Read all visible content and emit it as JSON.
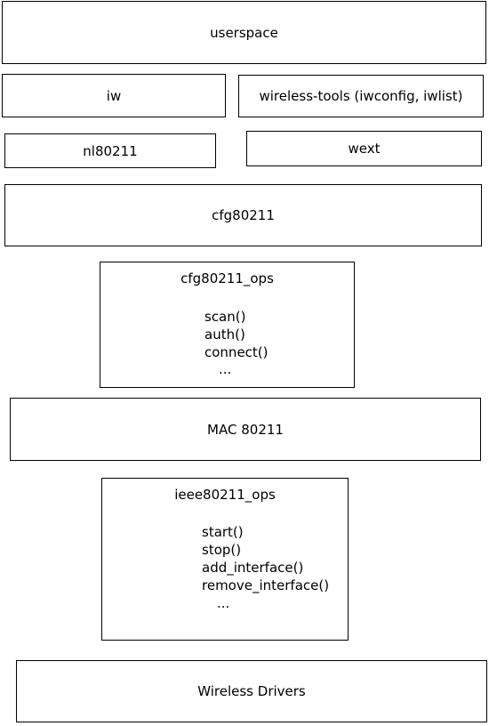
{
  "diagram": {
    "layers": {
      "userspace": "userspace",
      "iw": "iw",
      "wireless_tools": "wireless-tools (iwconfig, iwlist)",
      "nl80211": "nl80211",
      "wext": "wext",
      "cfg80211": "cfg80211",
      "mac80211": "MAC 80211",
      "wireless_drivers": "Wireless Drivers"
    },
    "cfg80211_ops": {
      "title": "cfg80211_ops",
      "functions": [
        "scan()",
        "auth()",
        "connect()"
      ],
      "ellipsis": "..."
    },
    "ieee80211_ops": {
      "title": "ieee80211_ops",
      "functions": [
        "start()",
        "stop()",
        "add_interface()",
        "remove_interface()"
      ],
      "ellipsis": "..."
    }
  }
}
